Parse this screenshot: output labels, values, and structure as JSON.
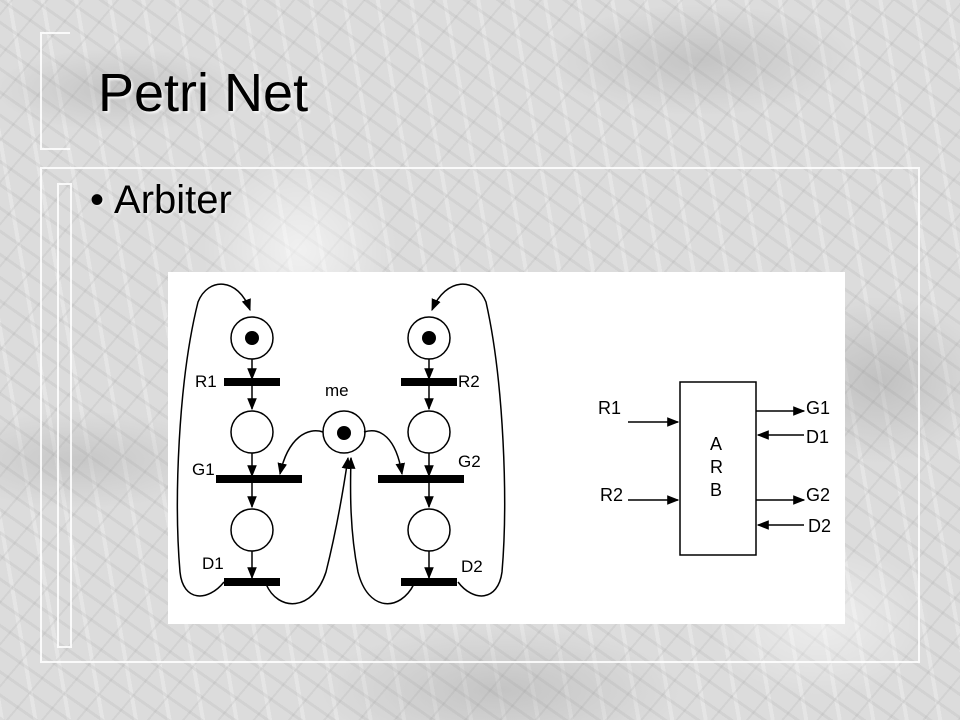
{
  "slide": {
    "title": "Petri Net",
    "bullet": "Arbiter"
  },
  "petri_net": {
    "transitions": {
      "r1": "R1",
      "r2": "R2",
      "g1": "G1",
      "g2": "G2",
      "d1": "D1",
      "d2": "D2"
    },
    "shared_place": "me",
    "tokens": [
      "initial place 1",
      "initial place 2",
      "me"
    ]
  },
  "arbiter_block": {
    "letters": [
      "A",
      "R",
      "B"
    ],
    "inputs": [
      "R1",
      "R2"
    ],
    "outputs": [
      "G1",
      "G2"
    ],
    "done_inputs": [
      "D1",
      "D2"
    ]
  }
}
